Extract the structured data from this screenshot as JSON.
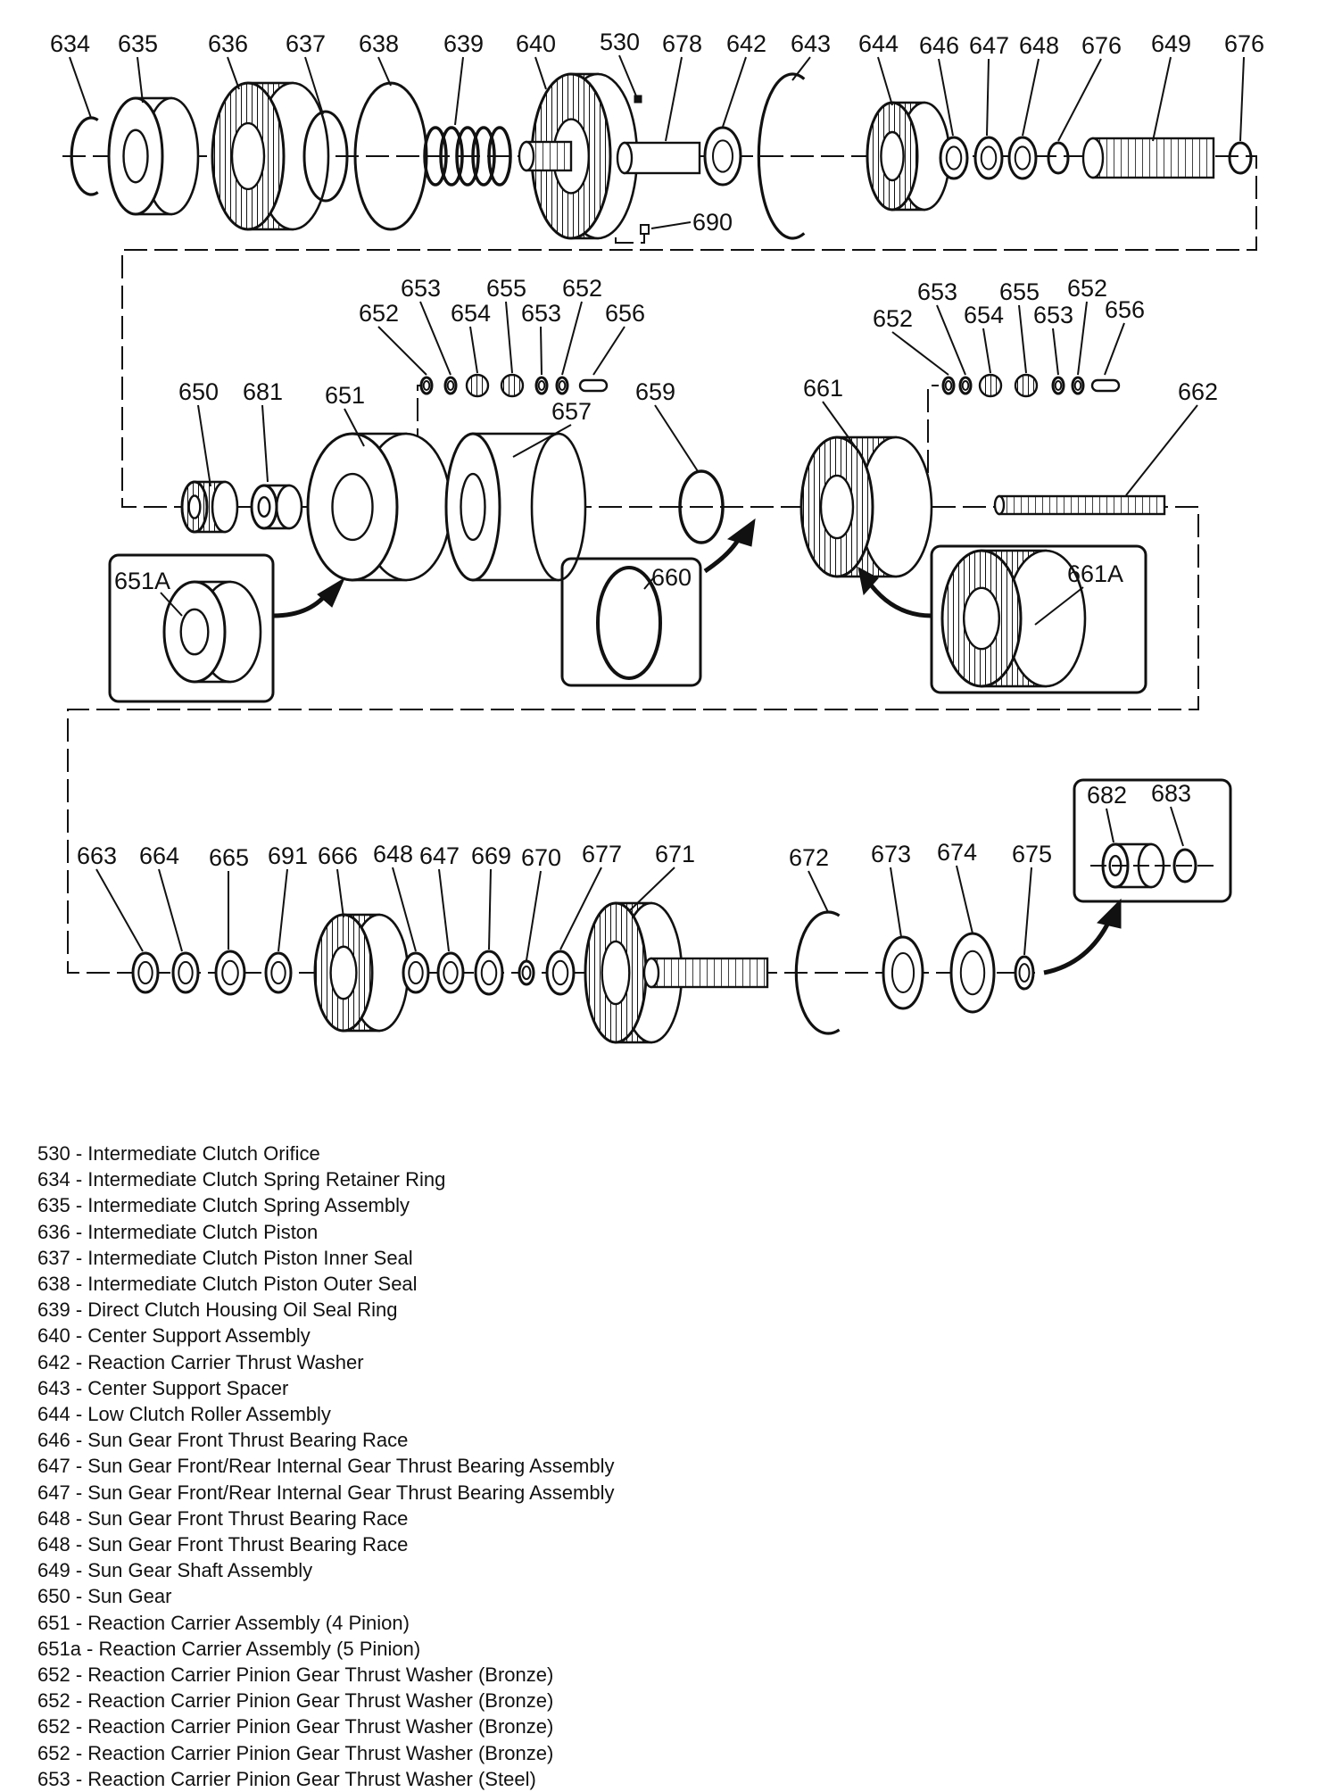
{
  "callouts": {
    "row1": [
      "634",
      "635",
      "636",
      "637",
      "638",
      "639",
      "640",
      "530",
      "678",
      "642",
      "643",
      "644",
      "646",
      "647",
      "648",
      "676",
      "649",
      "676"
    ],
    "c690": "690",
    "row2": [
      "652",
      "653",
      "654",
      "655",
      "653",
      "652",
      "656",
      "652",
      "653",
      "654",
      "655",
      "653",
      "652",
      "656",
      "650",
      "681",
      "651",
      "657",
      "659",
      "661",
      "662"
    ],
    "inset_labels": [
      "651A",
      "660",
      "661A"
    ],
    "row3": [
      "663",
      "664",
      "665",
      "691",
      "666",
      "648",
      "647",
      "669",
      "670",
      "677",
      "671",
      "672",
      "673",
      "674",
      "675",
      "682",
      "683"
    ]
  },
  "legend": [
    "530 - Intermediate Clutch Orifice",
    "634 - Intermediate Clutch Spring Retainer Ring",
    "635 - Intermediate Clutch Spring Assembly",
    "636 - Intermediate Clutch Piston",
    "637 - Intermediate Clutch Piston Inner Seal",
    "638 - Intermediate Clutch Piston Outer Seal",
    "639 - Direct Clutch Housing Oil Seal Ring",
    "640 - Center Support Assembly",
    "642 - Reaction Carrier Thrust Washer",
    "643 - Center Support Spacer",
    "644 - Low Clutch Roller Assembly",
    "646 - Sun Gear Front Thrust Bearing Race",
    "647 - Sun Gear Front/Rear Internal Gear Thrust Bearing Assembly",
    "647 - Sun Gear Front/Rear Internal Gear Thrust Bearing Assembly",
    "648 - Sun Gear Front Thrust Bearing Race",
    "648 - Sun Gear Front Thrust Bearing Race",
    "649 - Sun Gear Shaft Assembly",
    "650 - Sun Gear",
    "651 - Reaction Carrier Assembly (4 Pinion)",
    "651a - Reaction Carrier Assembly (5 Pinion)",
    "652 - Reaction Carrier Pinion Gear Thrust Washer (Bronze)",
    "652 - Reaction Carrier Pinion Gear Thrust Washer (Bronze)",
    "652 - Reaction Carrier Pinion Gear Thrust Washer (Bronze)",
    "652 - Reaction Carrier Pinion Gear Thrust Washer (Bronze)",
    "653 - Reaction Carrier Pinion Gear Thrust Washer (Steel)"
  ]
}
